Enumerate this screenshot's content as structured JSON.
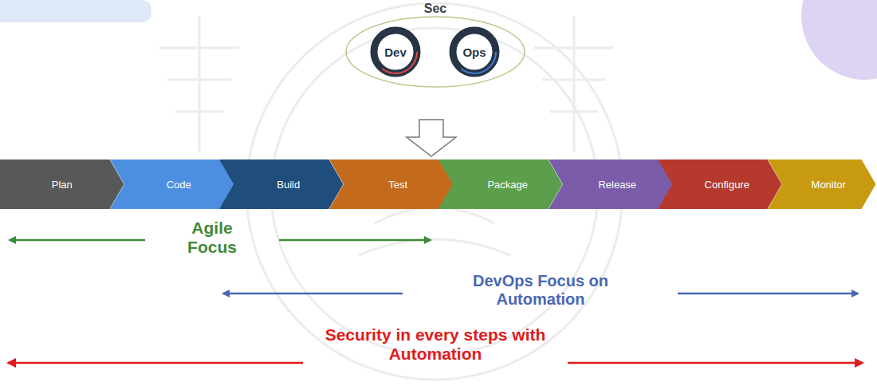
{
  "diagram": {
    "nodes": [
      {
        "text": [
          "Dev"
        ]
      },
      {
        "text": [
          "Ops"
        ]
      },
      {
        "text": [
          "Plan"
        ]
      },
      {
        "text": [
          "Code"
        ]
      },
      {
        "text": [
          "Build"
        ]
      },
      {
        "text": [
          "Test"
        ]
      },
      {
        "text": [
          "Package"
        ]
      },
      {
        "text": [
          "Release"
        ]
      },
      {
        "text": [
          "Configure"
        ]
      },
      {
        "text": [
          "Monitor"
        ]
      }
    ],
    "labels": [
      "Sec",
      "Agile Focus",
      "DevOps Focus on Automation",
      "Security in every steps with Automation"
    ]
  }
}
